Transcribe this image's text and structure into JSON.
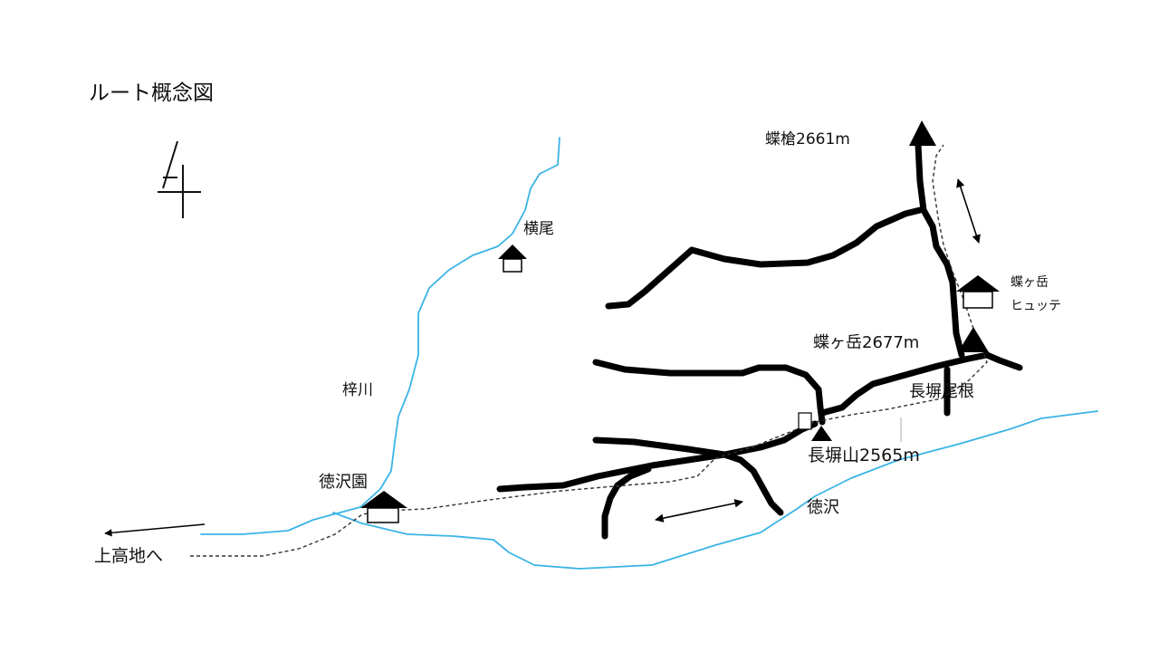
{
  "map": {
    "title": "ルート概念図",
    "labels": {
      "yokoo": "横尾",
      "azusa_river": "梓川",
      "tokusawaen": "徳沢園",
      "to_kamikochi": "上高地へ",
      "chogayari": "蝶槍2661m",
      "hutte_line1": "蝶ヶ岳",
      "hutte_line2": "ヒュッテ",
      "chogatake": "蝶ヶ岳2677m",
      "nagakabe_ridge": "長塀尾根",
      "nagakabeyama": "長塀山2565m",
      "tokusawa": "徳沢"
    },
    "colors": {
      "river": "#3ab4e6",
      "ridge": "#000000",
      "route": "#333333"
    },
    "icons": [
      "north-arrow-icon",
      "hut-icon",
      "summit-icon",
      "double-arrow-icon",
      "left-arrow-icon"
    ]
  }
}
